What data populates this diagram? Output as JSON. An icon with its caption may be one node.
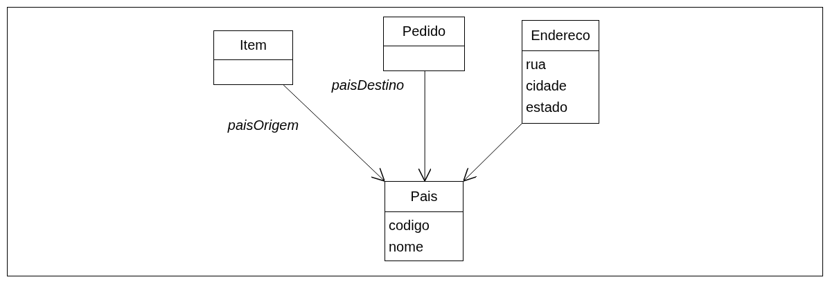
{
  "diagram": {
    "nodes": [
      {
        "text": [
          "Item"
        ]
      },
      {
        "text": [
          "Pedido"
        ]
      },
      {
        "text": [
          "Endereco",
          "rua",
          "cidade",
          "estado"
        ]
      },
      {
        "text": [
          "Pais",
          "codigo",
          "nome"
        ]
      }
    ],
    "edges": [
      {
        "from": 0,
        "to": 3,
        "arrow": "to",
        "label": "paisOrigem"
      },
      {
        "from": 1,
        "to": 3,
        "arrow": "to",
        "label": "paisDestino"
      },
      {
        "from": 2,
        "to": 3,
        "arrow": "to"
      }
    ]
  }
}
